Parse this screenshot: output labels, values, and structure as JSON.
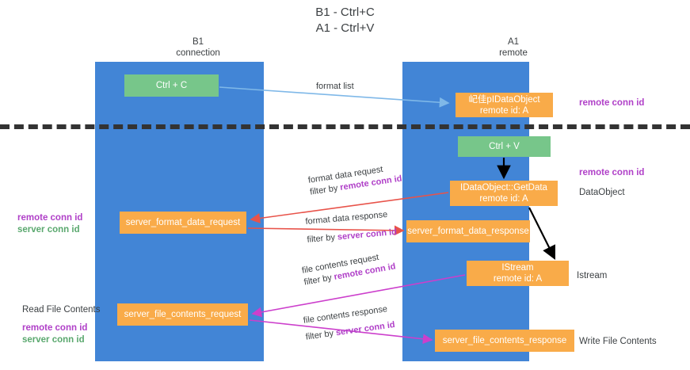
{
  "title": {
    "line1": "B1 - Ctrl+C",
    "line2": "A1 - Ctrl+V"
  },
  "columns": {
    "left": {
      "name": "B1",
      "role": "connection"
    },
    "right": {
      "name": "A1",
      "role": "remote"
    }
  },
  "boxes": {
    "ctrl_c": {
      "label": "Ctrl + C",
      "color": "#77c68a"
    },
    "get_idataobject": {
      "line1": "屺佳рIDataObject",
      "line2": "remote id: A",
      "color": "#f9ab49"
    },
    "ctrl_v": {
      "label": "Ctrl + V",
      "color": "#77c68a"
    },
    "getdata": {
      "line1": "IDataObject::GetData",
      "line2": "remote id: A",
      "color": "#f9ab49"
    },
    "server_format_data_request": {
      "label": "server_format_data_request",
      "color": "#f9ab49"
    },
    "server_format_data_response": {
      "label": "server_format_data_response",
      "color": "#f9ab49"
    },
    "istream": {
      "line1": "IStream",
      "line2": "remote id: A",
      "color": "#f9ab49"
    },
    "server_file_contents_request": {
      "label": "server_file_contents_request",
      "color": "#f9ab49"
    },
    "server_file_contents_response": {
      "label": "server_file_contents_response",
      "color": "#f9ab49"
    }
  },
  "edges": {
    "format_list": "format list",
    "format_data_request": {
      "line1": "format data request",
      "prefix": "filter by ",
      "highlight": "remote conn id"
    },
    "format_data_response": {
      "line1": "format data response",
      "prefix": "filter by ",
      "highlight": "server conn id"
    },
    "file_contents_request": {
      "line1": "file contents request",
      "prefix": "filter by ",
      "highlight": "remote conn id"
    },
    "file_contents_response": {
      "line1": "file contents response",
      "prefix": "filter by ",
      "highlight": "server conn id"
    }
  },
  "annotations": {
    "right": {
      "remote_conn_id_top": "remote conn id",
      "remote_conn_id_mid": "remote conn id",
      "dataobject": "DataObject",
      "istream": "Istream",
      "write_file_contents": "Write File Contents"
    },
    "left": {
      "remote_conn_id_a": "remote conn id",
      "server_conn_id_a": "server conn id",
      "read_file_contents": "Read File Contents",
      "remote_conn_id_b": "remote conn id",
      "server_conn_id_b": "server conn id"
    }
  },
  "colors": {
    "lane": "#4285d6",
    "green_box": "#77c68a",
    "orange_box": "#f9ab49",
    "purple_text": "#b040c8",
    "green_text": "#5aa86e",
    "red_arrow": "#e8534a",
    "magenta_arrow": "#cc3fcc",
    "blue_arrow": "#7fb8e8",
    "black_arrow": "#000000",
    "divider": "#333333"
  }
}
